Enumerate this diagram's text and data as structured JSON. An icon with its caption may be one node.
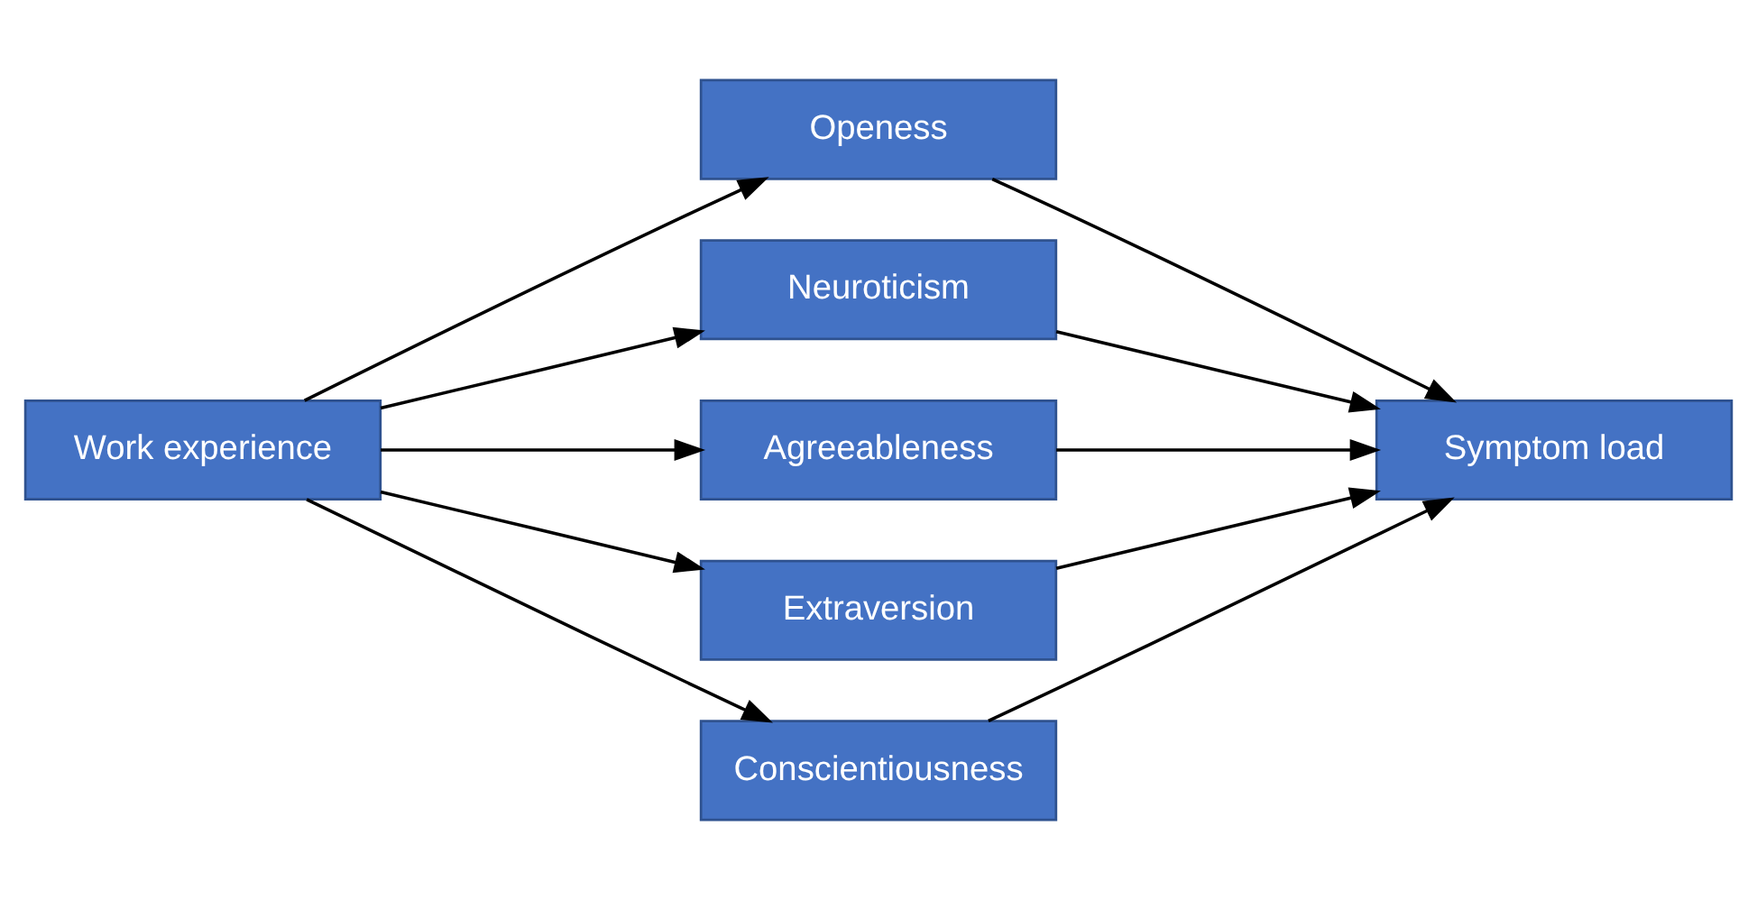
{
  "diagram": {
    "nodes": [
      {
        "text": [
          "Work experience"
        ]
      },
      {
        "text": [
          "Openess"
        ]
      },
      {
        "text": [
          "Neuroticism"
        ]
      },
      {
        "text": [
          "Agreeableness"
        ]
      },
      {
        "text": [
          "Extraversion"
        ]
      },
      {
        "text": [
          "Conscientiousness"
        ]
      },
      {
        "text": [
          "Symptom load"
        ]
      }
    ],
    "edges": [
      {
        "from": 0,
        "to": 1,
        "arrow": "to"
      },
      {
        "from": 0,
        "to": 2,
        "arrow": "to"
      },
      {
        "from": 0,
        "to": 3,
        "arrow": "to"
      },
      {
        "from": 0,
        "to": 4,
        "arrow": "to"
      },
      {
        "from": 0,
        "to": 5,
        "arrow": "to"
      },
      {
        "from": 1,
        "to": 6,
        "arrow": "to"
      },
      {
        "from": 2,
        "to": 6,
        "arrow": "to"
      },
      {
        "from": 3,
        "to": 6,
        "arrow": "to"
      },
      {
        "from": 4,
        "to": 6,
        "arrow": "to"
      },
      {
        "from": 5,
        "to": 6,
        "arrow": "to"
      }
    ]
  }
}
